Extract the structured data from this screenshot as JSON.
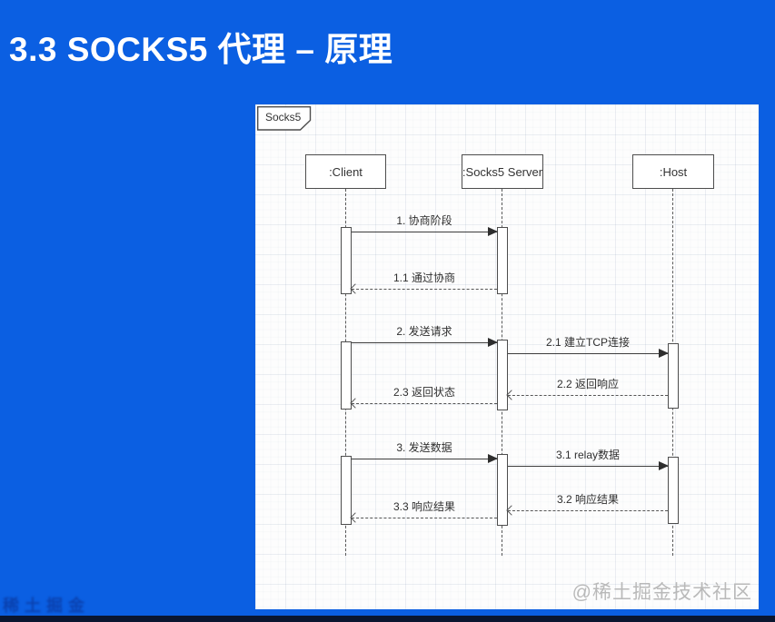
{
  "slide": {
    "title": "3.3 SOCKS5 代理 – 原理",
    "watermark": "@稀土掘金技术社区",
    "faint_watermark": "稀土掘金"
  },
  "colors": {
    "background": "#0b5fe2",
    "bottom_bar": "#0a1630",
    "panel": "#fdfdfd",
    "diagram_line": "#4d4d4d",
    "watermark_gray": "#b9b9b9",
    "title_text": "#ffffff"
  },
  "diagram": {
    "frame_label": "Socks5",
    "participants": [
      {
        "name": ":Client"
      },
      {
        "name": ":Socks5 Server"
      },
      {
        "name": ":Host"
      }
    ],
    "messages": [
      {
        "label": "1. 协商阶段",
        "from": ":Client",
        "to": ":Socks5 Server",
        "line": "solid"
      },
      {
        "label": "1.1 通过协商",
        "from": ":Socks5 Server",
        "to": ":Client",
        "line": "dashed"
      },
      {
        "label": "2. 发送请求",
        "from": ":Client",
        "to": ":Socks5 Server",
        "line": "solid"
      },
      {
        "label": "2.1 建立TCP连接",
        "from": ":Socks5 Server",
        "to": ":Host",
        "line": "solid"
      },
      {
        "label": "2.2 返回响应",
        "from": ":Host",
        "to": ":Socks5 Server",
        "line": "dashed"
      },
      {
        "label": "2.3 返回状态",
        "from": ":Socks5 Server",
        "to": ":Client",
        "line": "dashed"
      },
      {
        "label": "3. 发送数据",
        "from": ":Client",
        "to": ":Socks5 Server",
        "line": "solid"
      },
      {
        "label": "3.1 relay数据",
        "from": ":Socks5 Server",
        "to": ":Host",
        "line": "solid"
      },
      {
        "label": "3.2 响应结果",
        "from": ":Host",
        "to": ":Socks5 Server",
        "line": "dashed"
      },
      {
        "label": "3.3 响应结果",
        "from": ":Socks5 Server",
        "to": ":Client",
        "line": "dashed"
      }
    ]
  }
}
